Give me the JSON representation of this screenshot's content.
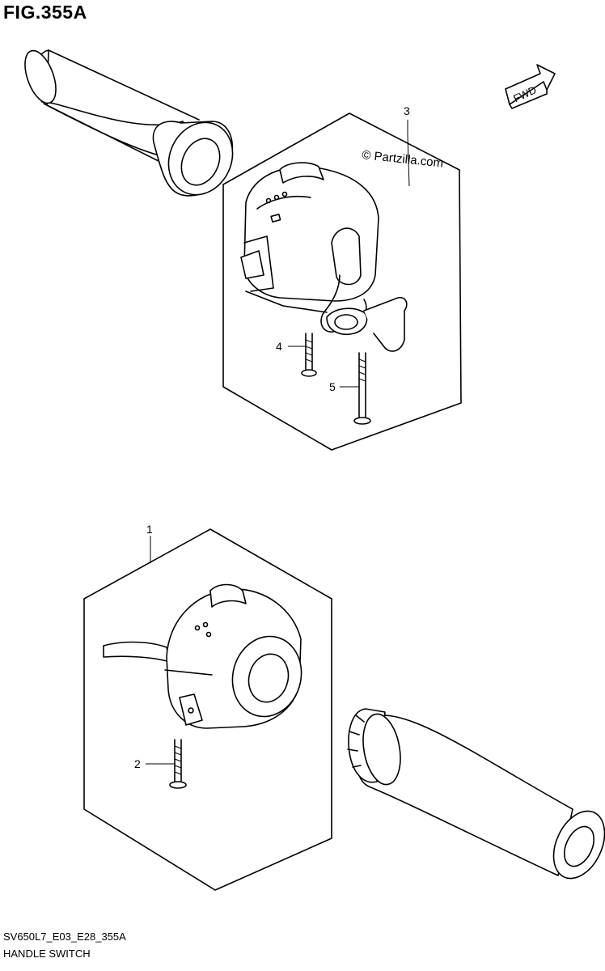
{
  "figure_title": "FIG.355A",
  "watermark": "© Partzilla.com",
  "direction_arrow": {
    "label": "FWD"
  },
  "callouts": [
    {
      "number": "1"
    },
    {
      "number": "2"
    },
    {
      "number": "3"
    },
    {
      "number": "4"
    },
    {
      "number": "5"
    }
  ],
  "footer": {
    "model_code": "SV650L7_E03_E28_355A",
    "section_name": "HANDLE SWITCH"
  }
}
